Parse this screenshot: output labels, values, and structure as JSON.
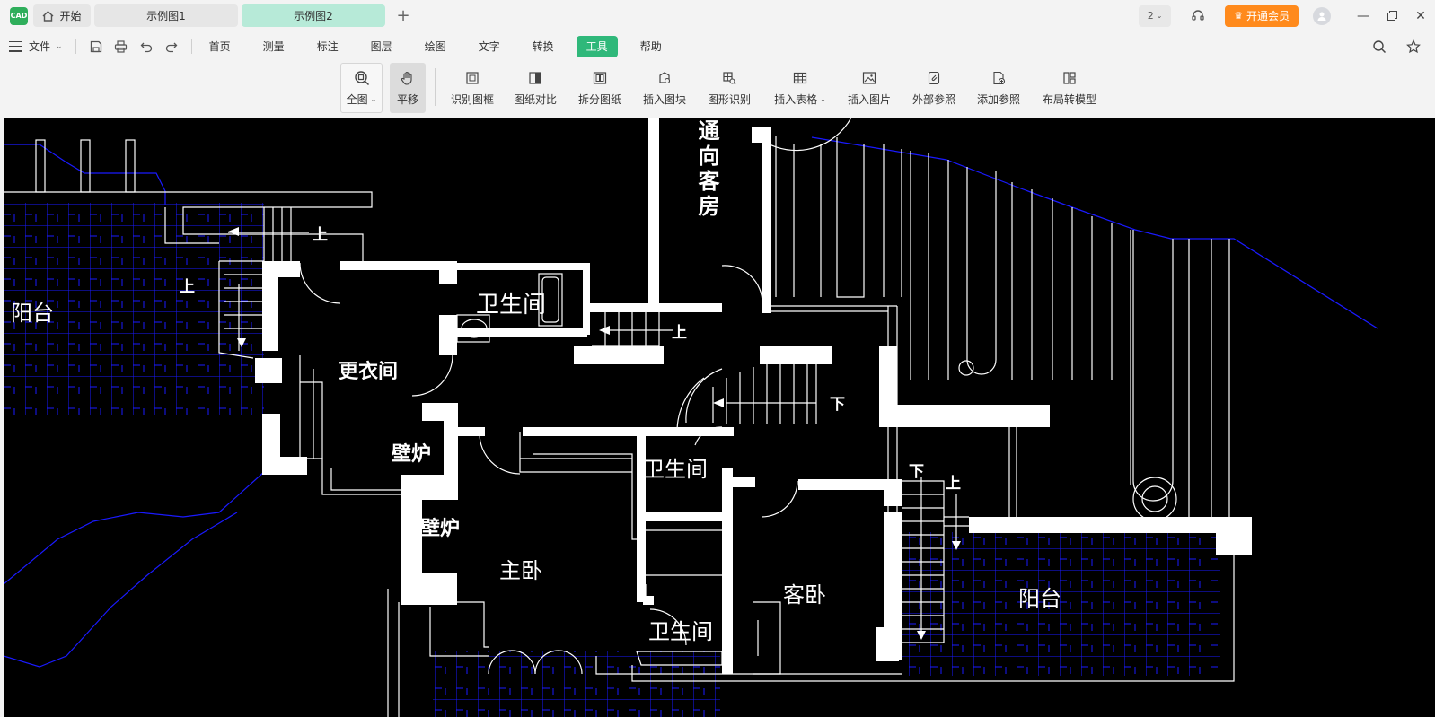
{
  "app": {
    "logo_text": "CAD",
    "home_tab": "开始",
    "tabs": [
      {
        "label": "示例图1",
        "active": false
      },
      {
        "label": "示例图2",
        "active": true
      }
    ],
    "add_tab": "+",
    "page_select": "2",
    "vip_label": "开通会员"
  },
  "menubar": {
    "file_label": "文件",
    "items": [
      "首页",
      "测量",
      "标注",
      "图层",
      "绘图",
      "文字",
      "转换",
      "工具",
      "帮助"
    ],
    "active_item": "工具"
  },
  "toolbar": {
    "fit_label": "全图",
    "pan_label": "平移",
    "tools": [
      "识别图框",
      "图纸对比",
      "拆分图纸",
      "插入图块",
      "图形识别",
      "插入表格",
      "插入图片",
      "外部参照",
      "添加参照",
      "布局转模型"
    ]
  },
  "drawing": {
    "labels": {
      "balcony_left": "阳台",
      "dressing_room": "更衣间",
      "bathroom_top": "卫生间",
      "bathroom_mid": "卫生间",
      "bathroom_bottom": "卫生间",
      "fireplace_1": "壁炉",
      "fireplace_2": "壁炉",
      "master_bedroom": "主卧",
      "guest_bedroom": "客卧",
      "balcony_right": "阳台",
      "to_guest_room": "通向客房",
      "up_1": "上",
      "up_2": "上",
      "up_3": "上",
      "up_4": "上",
      "down_1": "下",
      "down_2": "下"
    },
    "colors": {
      "background": "#000000",
      "walls": "#ffffff",
      "hatch": "#1a1aff"
    }
  }
}
